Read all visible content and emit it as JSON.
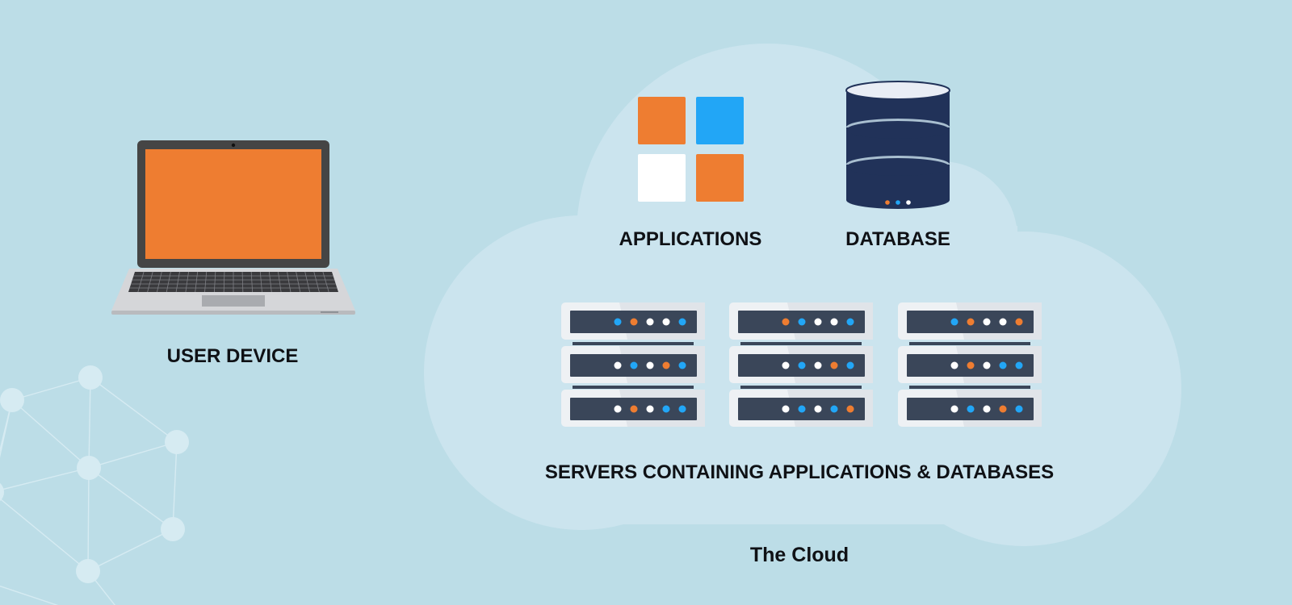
{
  "labels": {
    "user_device": "USER DEVICE",
    "applications": "APPLICATIONS",
    "database": "DATABASE",
    "servers": "SERVERS CONTAINING APPLICATIONS & DATABASES",
    "cloud": "The Cloud"
  },
  "colors": {
    "background": "#bcdde7",
    "cloud": "#cbe4ee",
    "orange": "#ee7d31",
    "blue": "#22a6f6",
    "white": "#ffffff",
    "navy": "#213259",
    "server_panel": "#3a4659",
    "laptop_bezel": "#454545",
    "network": "#d6ebf2"
  },
  "app_tiles": [
    "orange",
    "blue",
    "white",
    "orange"
  ],
  "database_discs": [
    [
      "orange",
      "white",
      "blue"
    ],
    [
      "blue",
      "orange",
      "white"
    ],
    [
      "orange",
      "blue",
      "white"
    ]
  ],
  "servers": [
    [
      [
        "blue",
        "orange",
        "white",
        "white",
        "blue"
      ],
      [
        "white",
        "blue",
        "white",
        "orange",
        "blue"
      ],
      [
        "white",
        "orange",
        "white",
        "blue",
        "blue"
      ]
    ],
    [
      [
        "orange",
        "blue",
        "white",
        "white",
        "blue"
      ],
      [
        "white",
        "blue",
        "white",
        "orange",
        "blue"
      ],
      [
        "white",
        "blue",
        "white",
        "blue",
        "orange"
      ]
    ],
    [
      [
        "blue",
        "orange",
        "white",
        "white",
        "orange"
      ],
      [
        "white",
        "orange",
        "white",
        "blue",
        "blue"
      ],
      [
        "white",
        "blue",
        "white",
        "orange",
        "blue"
      ]
    ]
  ]
}
